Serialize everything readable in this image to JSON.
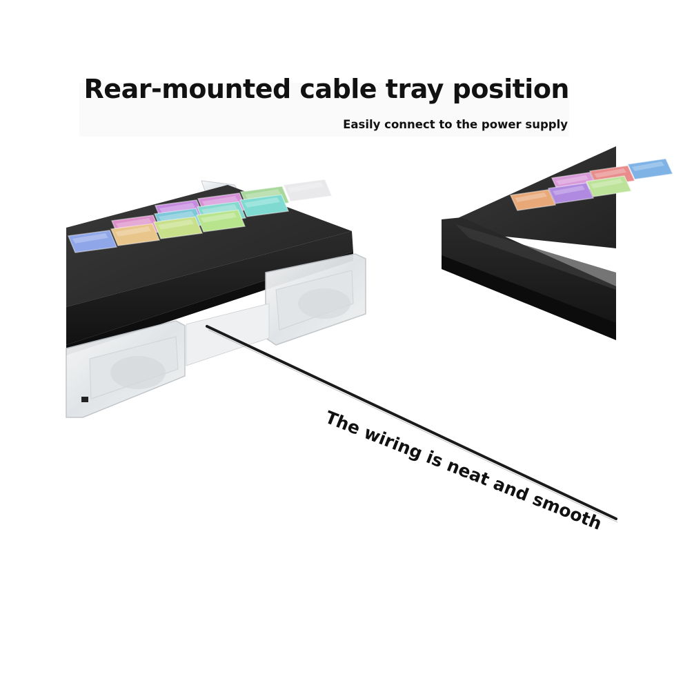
{
  "headline": "Rear-mounted cable tray position",
  "subheadline": "Easily connect to the power supply",
  "callout": "The wiring is neat and smooth",
  "colors": {
    "background": "#ffffff",
    "text": "#111111",
    "device_body": "#2a2a2a",
    "acrylic": "#e9ecef",
    "cable": "#1a1a1a"
  },
  "keys_left": [
    {
      "color": "#c58ae0"
    },
    {
      "color": "#d48fd6"
    },
    {
      "color": "#a7d79a"
    },
    {
      "color": "#e9e9ec"
    },
    {
      "color": "#dc8fc8"
    },
    {
      "color": "#7cc8d8"
    },
    {
      "color": "#86d9cf"
    },
    {
      "color": "#7fdbd2"
    },
    {
      "color": "#8fa6e8"
    },
    {
      "color": "#e8c58a"
    },
    {
      "color": "#c9e08a"
    },
    {
      "color": "#b8e48e"
    }
  ],
  "keys_right": [
    {
      "color": "#d99ad9"
    },
    {
      "color": "#e98c8c"
    },
    {
      "color": "#7fb3e6"
    },
    {
      "color": "#e8a878"
    },
    {
      "color": "#b08ae0"
    },
    {
      "color": "#bde39a"
    }
  ]
}
